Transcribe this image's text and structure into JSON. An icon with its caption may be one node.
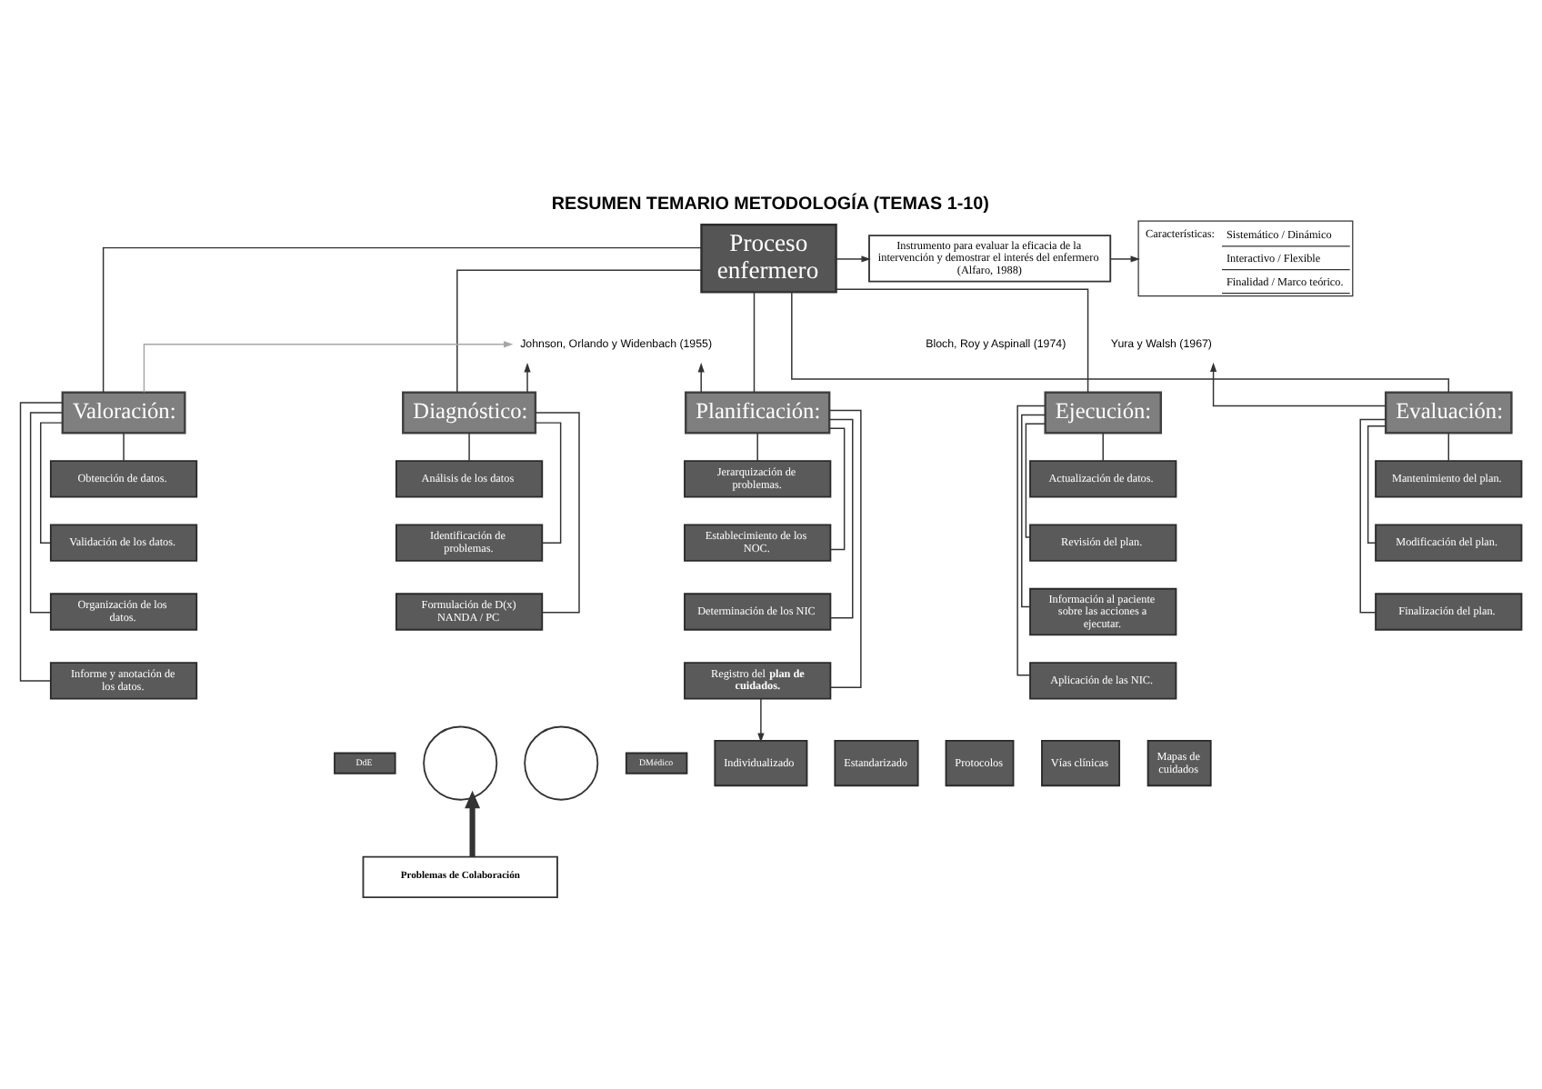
{
  "diagram": {
    "title": "RESUMEN TEMARIO METODOLOGÍA (TEMAS 1-10)",
    "nodes": [
      {
        "text": [
          "Proceso enfermero"
        ]
      },
      {
        "text": [
          "Instrumento para evaluar la eficacia de la intervención y demostrar el interés del enfermero (Alfaro, 1988)"
        ]
      },
      {
        "text": [
          "Características:",
          "Sistemático / Dinámico",
          "Interactivo / Flexible",
          "Finalidad / Marco teórico."
        ]
      },
      {
        "text": [
          "Johnson, Orlando y Widenbach (1955)"
        ]
      },
      {
        "text": [
          "Yura y Walsh (1967)"
        ]
      },
      {
        "text": [
          "Valoración:"
        ]
      },
      {
        "text": [
          "Diagnóstico:"
        ]
      },
      {
        "text": [
          "Planificación:"
        ]
      },
      {
        "text": [
          "Ejecución:"
        ]
      },
      {
        "text": [
          "Evaluación:"
        ]
      },
      {
        "text": [
          "Obtención de datos."
        ]
      },
      {
        "text": [
          "Validación de los datos."
        ]
      },
      {
        "text": [
          "Organización de los datos."
        ]
      },
      {
        "text": [
          "Informe y anotación de los datos."
        ]
      },
      {
        "text": [
          "Análisis de los datos"
        ]
      },
      {
        "text": [
          "Identificación de problemas."
        ]
      },
      {
        "text": [
          "Formulación de D(x) NANDA / PC"
        ]
      },
      {
        "text": [
          "Jerarquización de problemas."
        ]
      },
      {
        "text": [
          "Establecimiento de los NOC."
        ]
      },
      {
        "text": [
          "Determinación de los NIC"
        ]
      },
      {
        "text": [
          "Registro del **plan de cuidados.**"
        ]
      },
      {
        "text": [
          "Actualización de datos."
        ]
      },
      {
        "text": [
          "Revisión del plan."
        ]
      },
      {
        "text": [
          "Información al paciente sobre las acciones a ejecutar."
        ]
      },
      {
        "text": [
          "Aplicación de las NIC."
        ]
      },
      {
        "text": [
          "Mantenimiento del plan."
        ]
      },
      {
        "text": [
          "Modificación del plan."
        ]
      },
      {
        "text": [
          "Finalización del plan."
        ]
      },
      {
        "text": [
          "DdE"
        ]
      },
      {
        "text": [],
        "shape": "circle"
      },
      {
        "text": [],
        "shape": "circle"
      },
      {
        "text": [
          "DMédico"
        ]
      },
      {
        "text": [
          "Individualizado"
        ]
      },
      {
        "text": [
          "Estandarizado"
        ]
      },
      {
        "text": [
          "Protocolos"
        ]
      },
      {
        "text": [
          "Vías clínicas"
        ]
      },
      {
        "text": [
          "Mapas de cuidados"
        ]
      },
      {
        "text": [
          "Problemas de Colaboración"
        ]
      }
    ],
    "edges": [
      {
        "from": 0,
        "to": 1,
        "arrow": "to"
      },
      {
        "from": 1,
        "to": 2,
        "arrow": "to"
      },
      {
        "from": 0,
        "to": 5,
        "arrow": "none"
      },
      {
        "from": 0,
        "to": 6,
        "arrow": "none"
      },
      {
        "from": 0,
        "to": 7,
        "arrow": "none"
      },
      {
        "from": 0,
        "to": 8,
        "arrow": "none"
      },
      {
        "from": 0,
        "to": 9,
        "arrow": "none"
      },
      {
        "from": 5,
        "to": 10,
        "arrow": "none"
      },
      {
        "from": 5,
        "to": 11,
        "arrow": "none"
      },
      {
        "from": 5,
        "to": 12,
        "arrow": "none"
      },
      {
        "from": 5,
        "to": 13,
        "arrow": "none"
      },
      {
        "from": 6,
        "to": 14,
        "arrow": "none"
      },
      {
        "from": 6,
        "to": 15,
        "arrow": "none"
      },
      {
        "from": 6,
        "to": 16,
        "arrow": "none"
      },
      {
        "from": 7,
        "to": 17,
        "arrow": "none"
      },
      {
        "from": 7,
        "to": 18,
        "arrow": "none"
      },
      {
        "from": 7,
        "to": 19,
        "arrow": "none"
      },
      {
        "from": 7,
        "to": 20,
        "arrow": "none"
      },
      {
        "from": 8,
        "to": 21,
        "arrow": "none"
      },
      {
        "from": 8,
        "to": 22,
        "arrow": "none"
      },
      {
        "from": 8,
        "to": 23,
        "arrow": "none"
      },
      {
        "from": 8,
        "to": 24,
        "arrow": "none"
      },
      {
        "from": 9,
        "to": 25,
        "arrow": "none"
      },
      {
        "from": 9,
        "to": 26,
        "arrow": "none"
      },
      {
        "from": 9,
        "to": 27,
        "arrow": "none"
      },
      {
        "from": 5,
        "to": 3,
        "arrow": "to",
        "color": "#a6a6a6"
      },
      {
        "from": 6,
        "to": 3,
        "arrow": "to"
      },
      {
        "from": 7,
        "to": 3,
        "arrow": "to"
      },
      {
        "from": 9,
        "to": 4,
        "arrow": "to"
      },
      {
        "from": 20,
        "to": 32,
        "arrow": "to"
      },
      {
        "from": 37,
        "to": 29,
        "arrow": "to",
        "style": "thick"
      }
    ],
    "labels": [
      "Bloch, Roy y Aspinall (1974)"
    ]
  }
}
